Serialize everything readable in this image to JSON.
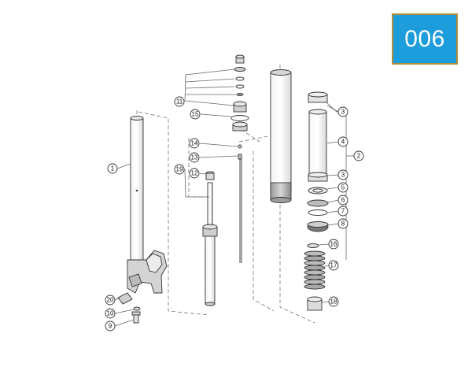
{
  "badge": {
    "label": "006"
  },
  "callouts": [
    "1",
    "2",
    "3",
    "4",
    "3",
    "5",
    "6",
    "7",
    "8",
    "9",
    "10",
    "11",
    "12",
    "13",
    "14",
    "15",
    "16",
    "17",
    "18",
    "19",
    "20"
  ],
  "colors": {
    "badge_bg": "#1d9ddb",
    "badge_border": "#b58c3a",
    "badge_text": "#ffffff",
    "line": "#333333",
    "shade": "#bdbdbd"
  }
}
